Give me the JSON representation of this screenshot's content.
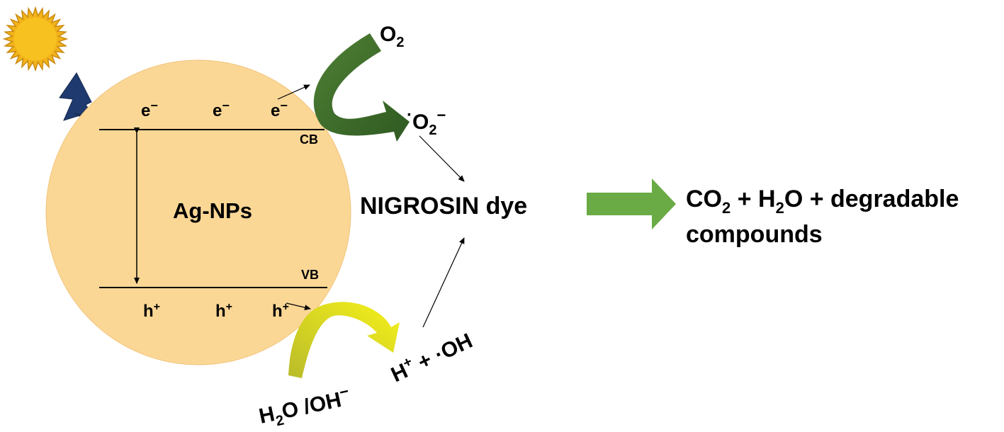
{
  "particle": {
    "label": "Ag-NPs",
    "fill_color": "#fbd796",
    "electron_symbol": "e",
    "electron_charge": "−",
    "hole_symbol": "h",
    "hole_charge": "+",
    "conduction_band_label": "CB",
    "valence_band_label": "VB"
  },
  "reduction": {
    "reactant_main": "O",
    "reactant_sub": "2",
    "product_dot": "·",
    "product_main": "O",
    "product_sub": "2",
    "product_charge": "−",
    "arrow_color": "#3d6b2a"
  },
  "oxidation": {
    "reactant_main_1": "H",
    "reactant_sub": "2",
    "reactant_main_2": "O /OH",
    "reactant_charge": "−",
    "product_main_1": "H",
    "product_charge": "+",
    "product_main_2": " + ·OH",
    "arrow_color": "#e9e61b"
  },
  "target": {
    "label": "NIGROSIN dye"
  },
  "result": {
    "line1_a": "CO",
    "line1_sub1": "2",
    "line1_b": " + H",
    "line1_sub2": "2",
    "line1_c": "O + degradable",
    "line2": "compounds",
    "arrow_color": "#6aab45"
  },
  "icons": {
    "sun": "sun-icon",
    "lightning": "lightning-bolt-icon"
  }
}
